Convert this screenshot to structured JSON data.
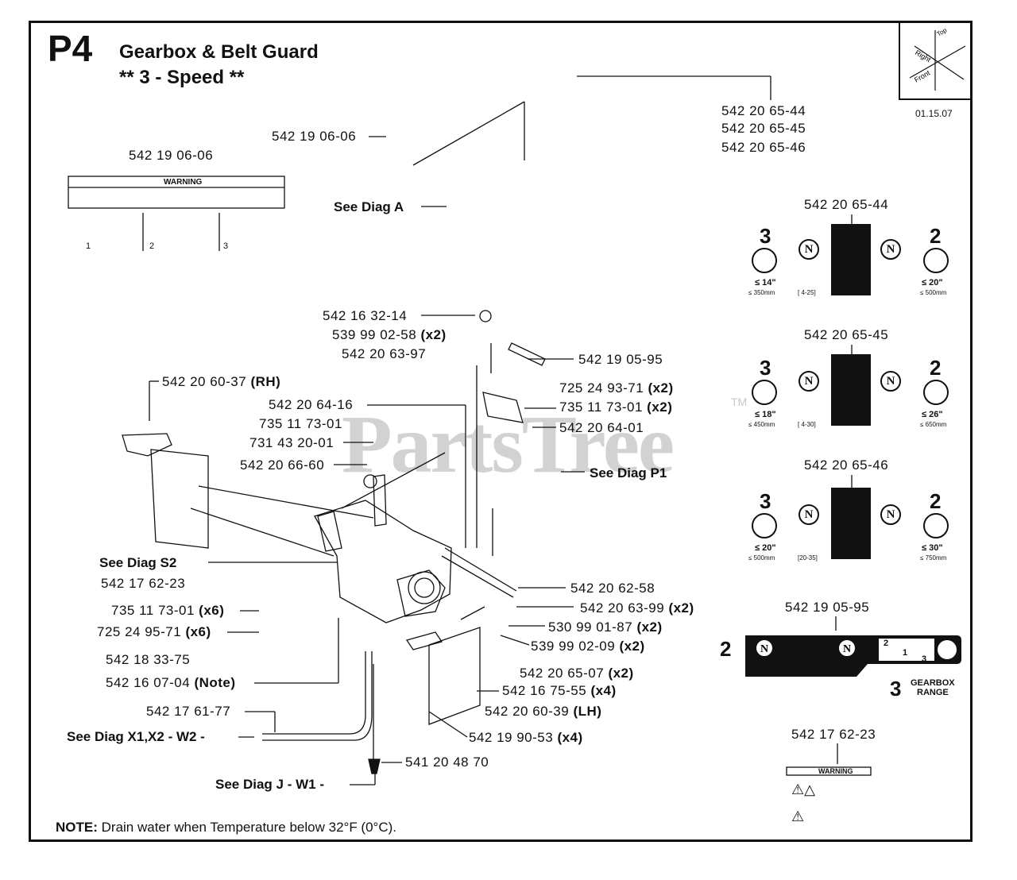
{
  "header": {
    "page_id": "P4",
    "title": "Gearbox & Belt Guard",
    "subtitle": "** 3 - Speed **",
    "date": "01.15.07"
  },
  "orientation": {
    "top": "Top",
    "right": "Right",
    "front": "Front"
  },
  "watermark": {
    "text": "PartsTree",
    "tm": "TM"
  },
  "callouts": {
    "top_handle_codes": [
      "542 20 65-44",
      "542 20 65-45",
      "542 20 65-46"
    ],
    "warning_decal_top": "542 19 06-06",
    "warning_decal_line": "542 19 06-06",
    "see_diag_a": "See Diag A",
    "cap": "542 16 32-14",
    "pin_x2": "539 99 02-58",
    "pin_x2_qty": "(x2)",
    "rod": "542 20 63-97",
    "handle_decal": "542 19 05-95",
    "bolt_725_x2": "725 24 93-71",
    "bolt_725_x2_qty": "(x2)",
    "nut_735_x2": "735 11 73-01",
    "nut_735_x2_qty": "(x2)",
    "bracket": "542 20 64-01",
    "see_diag_p1": "See Diag P1",
    "guard_rh": "542 20 60-37",
    "guard_rh_qty": "(RH)",
    "shift_arm": "542 20 64-16",
    "nut_735": "735 11 73-01",
    "washer_731": "731 43 20-01",
    "knob": "542 20 66-60",
    "see_diag_s2": "See Diag S2",
    "gearbox": "542 17 62-23",
    "nut_735_x6": "735 11 73-01",
    "nut_735_x6_qty": "(x6)",
    "bolt_725_x6": "725 24 95-71",
    "bolt_725_x6_qty": "(x6)",
    "fitting": "542 18 33-75",
    "plug": "542 16 07-04",
    "plug_note": "(Note)",
    "hose": "542 17 61-77",
    "see_diag_x": "See Diag X1,X2 - W2 -",
    "nozzle": "541 20 48 70",
    "see_diag_j": "See Diag J - W1 -",
    "shaft": "542 20 62-58",
    "bushing_x2": "542 20 63-99",
    "bushing_x2_qty": "(x2)",
    "washer_530_x2": "530 99 01-87",
    "washer_530_x2_qty": "(x2)",
    "pin_539_x2": "539 99 02-09",
    "pin_539_x2_qty": "(x2)",
    "spacer_x2": "542 20 65-07",
    "spacer_x2_qty": "(x2)",
    "screw_x4": "542 16 75-55",
    "screw_x4_qty": "(x4)",
    "guard_lh": "542 20 60-39",
    "guard_lh_qty": "(LH)",
    "screw_19_x4": "542 19 90-53",
    "screw_19_x4_qty": "(x4)"
  },
  "speed_decals": [
    {
      "code": "542 20 65-44",
      "left_num": "3",
      "left_limit": "≤ 14\"",
      "left_mm": "≤ 350mm",
      "mid_range": "[ 4-25]",
      "right_num": "2",
      "right_limit": "≤ 20\"",
      "right_mm": "≤ 500mm"
    },
    {
      "code": "542 20 65-45",
      "left_num": "3",
      "left_limit": "≤ 18\"",
      "left_mm": "≤ 450mm",
      "mid_range": "[ 4-30]",
      "right_num": "2",
      "right_limit": "≤ 26\"",
      "right_mm": "≤ 650mm"
    },
    {
      "code": "542 20 65-46",
      "left_num": "3",
      "left_limit": "≤ 20\"",
      "left_mm": "≤ 500mm",
      "mid_range": "[20-35]",
      "right_num": "2",
      "right_limit": "≤ 30\"",
      "right_mm": "≤ 750mm"
    }
  ],
  "range_decal": {
    "code": "542 19 05-95",
    "left_num": "2",
    "bottom_num": "3",
    "label_1": "GEARBOX",
    "label_2": "RANGE",
    "small_1": "2",
    "small_2": "1",
    "small_3": "3"
  },
  "gearbox_decal": {
    "code": "542 17 62-23",
    "warning": "WARNING"
  },
  "warning_decal": {
    "warning": "WARNING",
    "label_1": "1",
    "label_2": "2",
    "label_3": "3"
  },
  "note": {
    "label": "NOTE:",
    "text": "Drain water when Temperature below 32°F (0°C)."
  }
}
